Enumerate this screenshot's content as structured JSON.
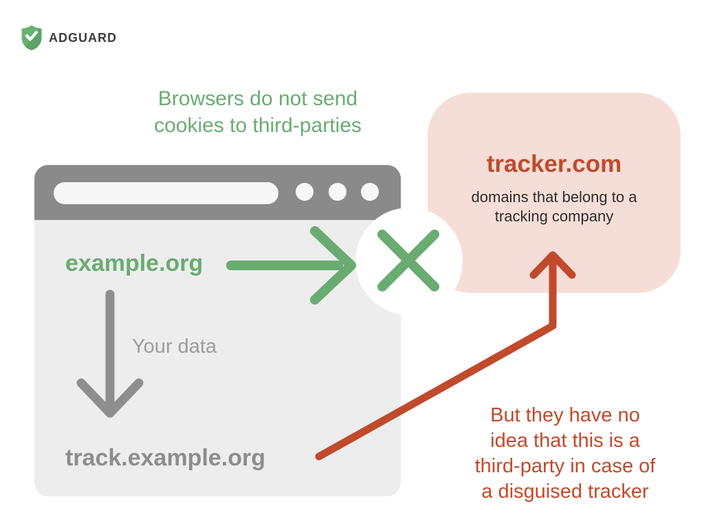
{
  "logo": {
    "brand": "ADGUARD"
  },
  "heading": {
    "text": "Browsers do not send\ncookies to third-parties"
  },
  "browser_window": {
    "site": "example.org",
    "data_flow": "Your data",
    "subdomain": "track.example.org"
  },
  "tracker_bubble": {
    "domain": "tracker.com",
    "description": "domains that belong to a\ntracking company"
  },
  "note": {
    "text": "But they have no\nidea that this is a\nthird-party in case of\na disguised tracker"
  },
  "colors": {
    "green": "#6aab72",
    "red": "#c04a2c",
    "bubble_pink": "#f5ded7",
    "window_header": "#8a8a8a",
    "window_body": "#ededed",
    "address_bar": "#f7f7f7",
    "arrow_gray": "#8e8e8e",
    "muted_gray": "#9d9d9d",
    "domain_gray": "#8d8d8d",
    "dark_text": "#2e2e2e",
    "logo_text": "#3c3c3c"
  }
}
